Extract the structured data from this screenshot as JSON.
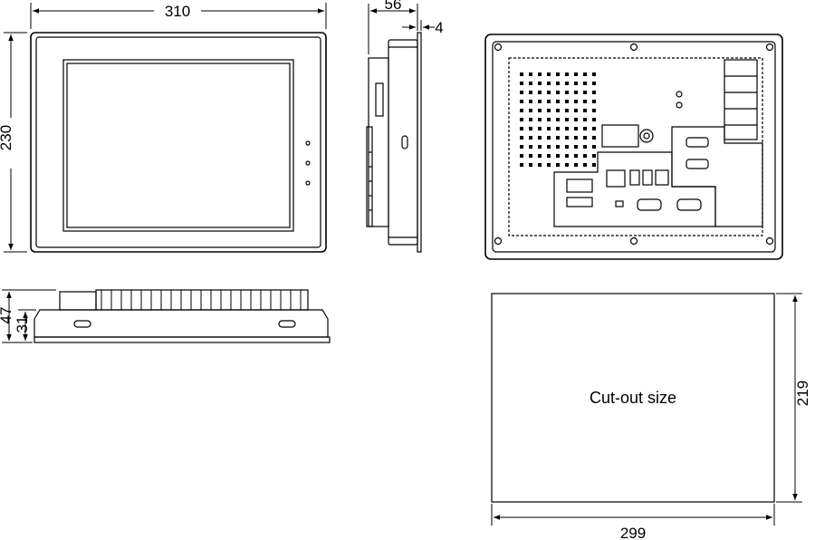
{
  "dimensions": {
    "front_width": "310",
    "front_height": "230",
    "side_depth": "56",
    "side_flange": "4",
    "bottom_total": "47",
    "bottom_body": "31",
    "cutout_width": "299",
    "cutout_height": "219"
  },
  "cutout": {
    "label": "Cut-out size"
  }
}
